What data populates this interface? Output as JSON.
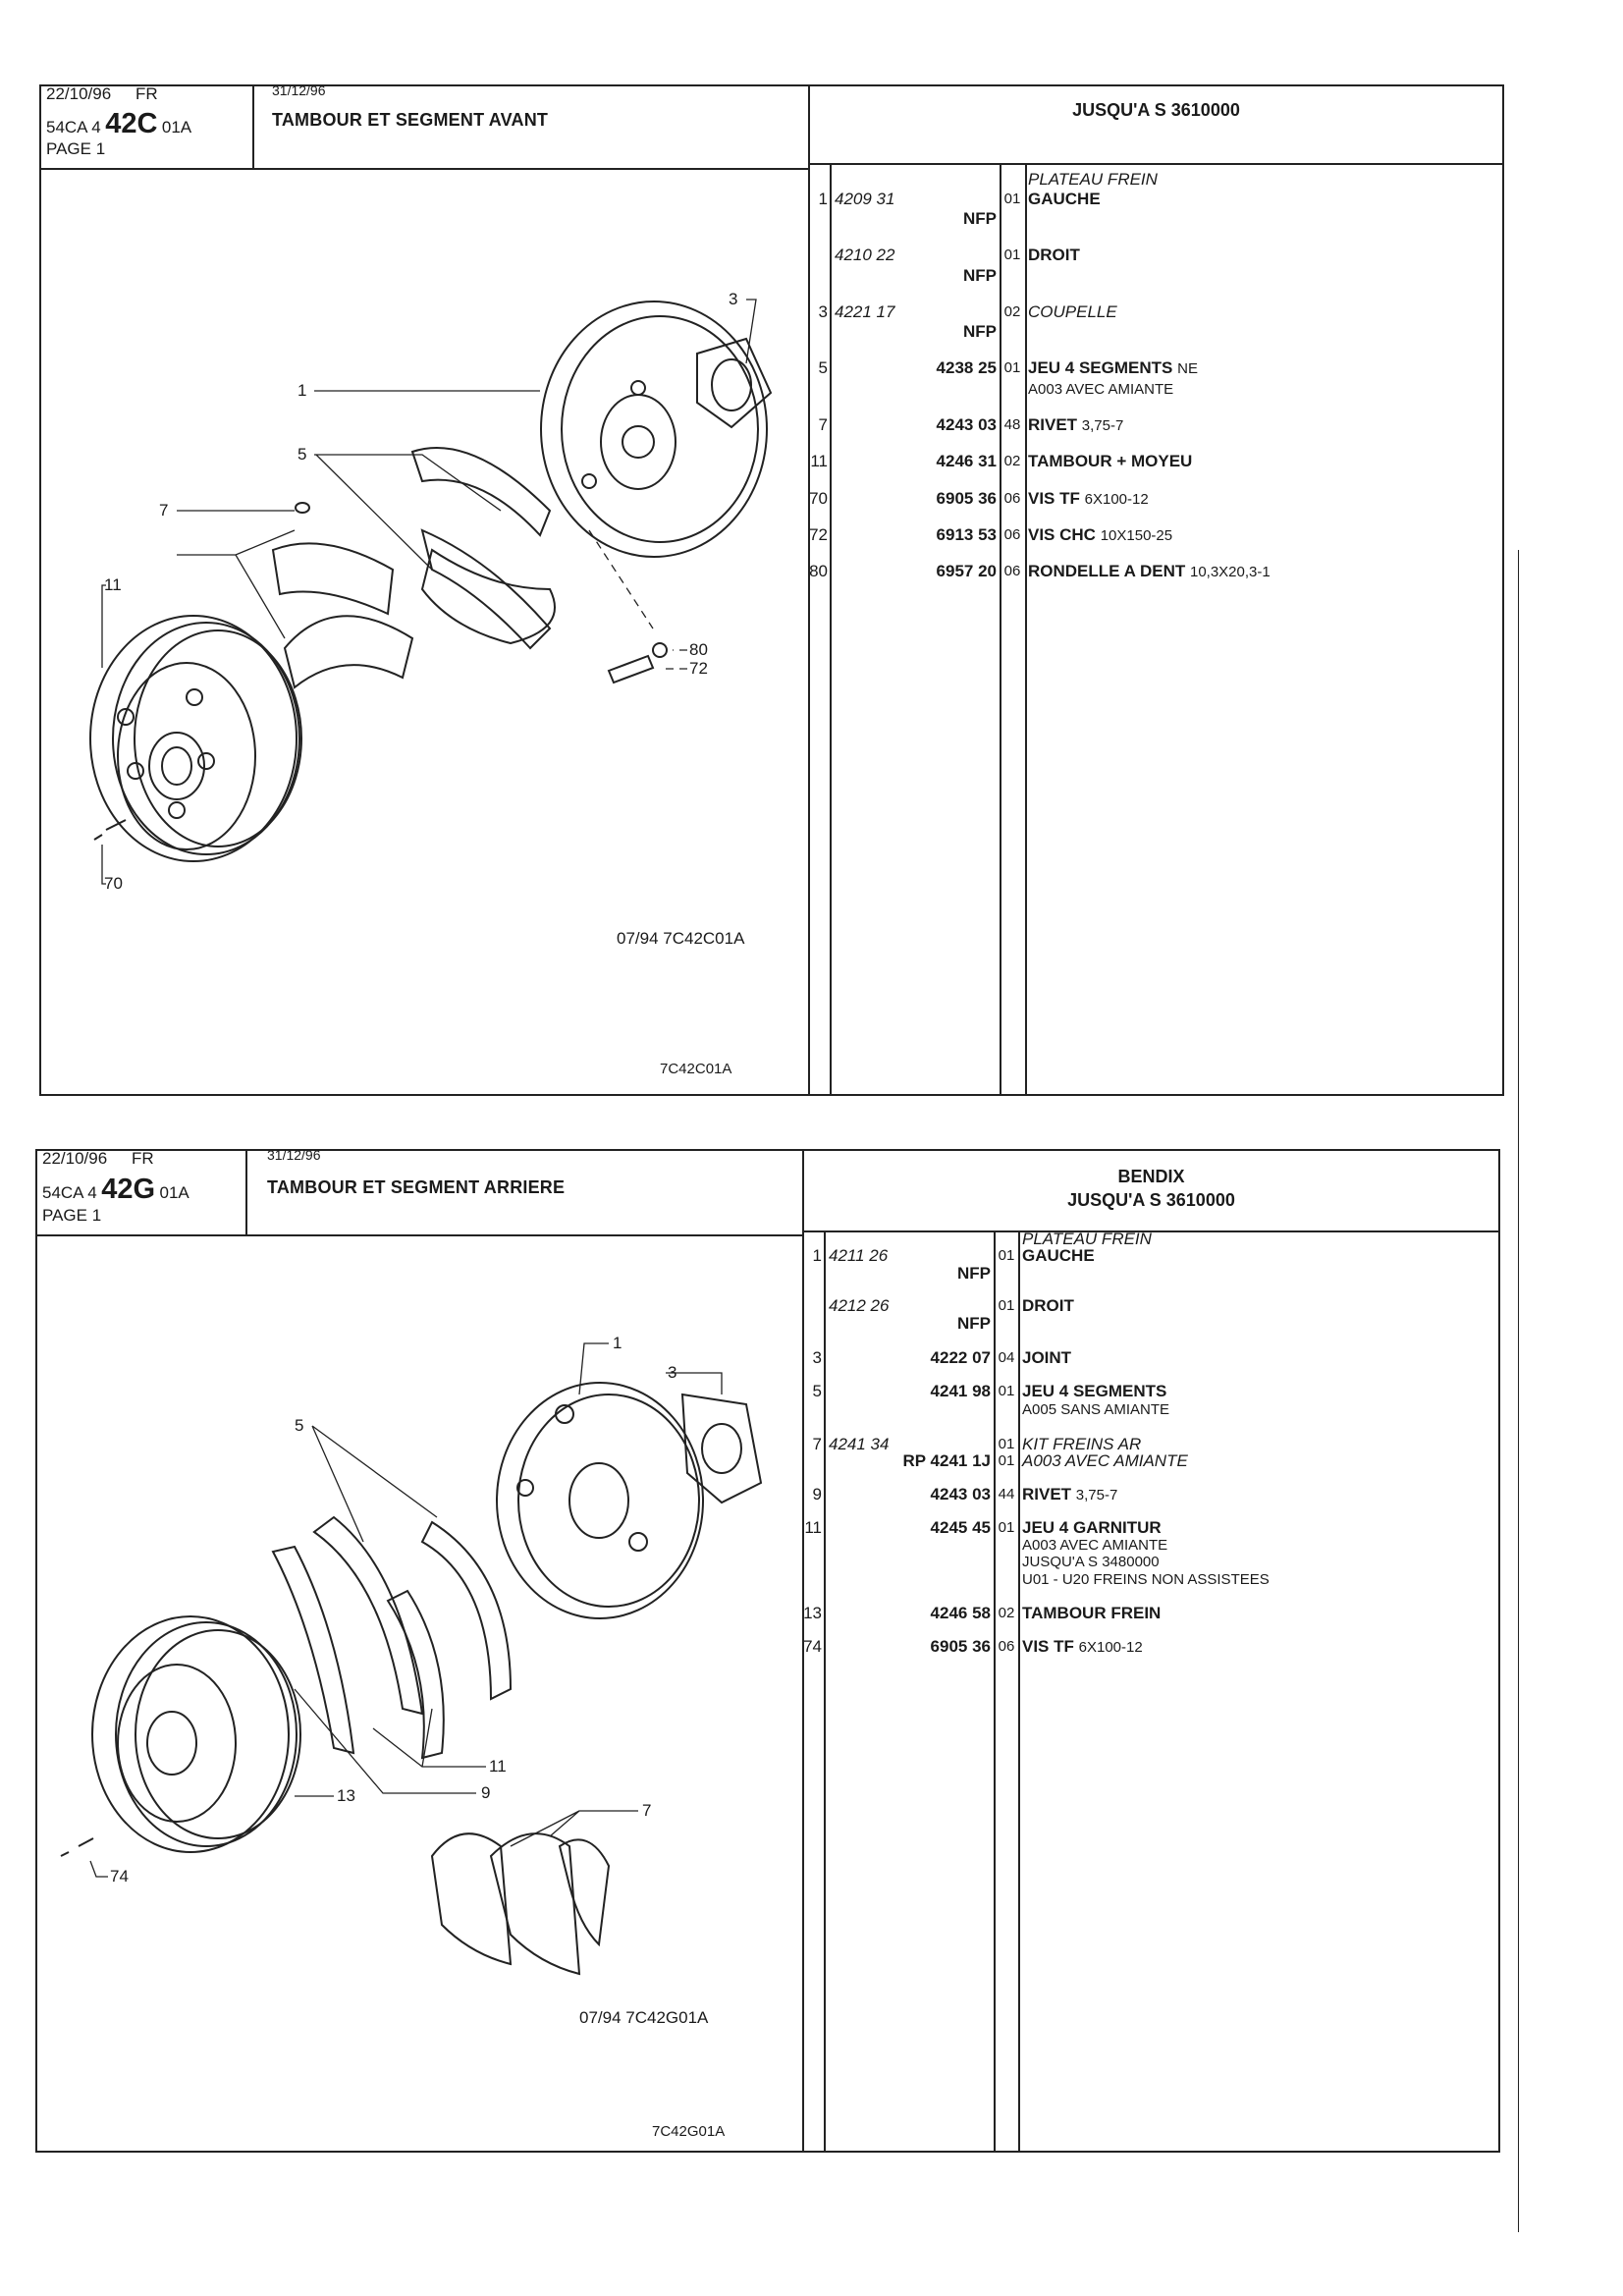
{
  "sheets": [
    {
      "date": "22/10/96",
      "lang": "FR",
      "code_prefix": "54CA 4",
      "code_main": "42C",
      "code_suffix": "01A",
      "page": "PAGE 1",
      "date2": "31/12/96",
      "title": "TAMBOUR ET SEGMENT AVANT",
      "right_header": [
        "",
        "JUSQU'A S 3610000"
      ],
      "callouts": [
        "3",
        "1",
        "5",
        "7",
        "11",
        "80",
        "72",
        "70"
      ],
      "caption": "07/94 7C42C01A",
      "figure_id": "7C42C01A",
      "lines": [
        {
          "desc": "PLATEAU FREIN",
          "style": "italic"
        },
        {
          "ref": "1",
          "old": "4209 31",
          "qty": "01",
          "desc": "GAUCHE",
          "style": "bold"
        },
        {
          "part": "NFP"
        },
        {
          "old": "4210 22",
          "qty": "01",
          "desc": "DROIT",
          "style": "bold"
        },
        {
          "part": "NFP"
        },
        {
          "ref": "3",
          "old": "4221 17",
          "qty": "02",
          "desc": "COUPELLE",
          "style": "italic"
        },
        {
          "part": "NFP"
        },
        {
          "ref": "5",
          "part": "4238 25",
          "qty": "01",
          "desc": "JEU 4 SEGMENTS",
          "suffix": "NE",
          "style": "bold"
        },
        {
          "desc": "A003 AVEC AMIANTE",
          "style": "note"
        },
        {
          "ref": "7",
          "part": "4243 03",
          "qty": "48",
          "desc": "RIVET",
          "suffix": "3,75-7",
          "style": "bold"
        },
        {
          "ref": "11",
          "part": "4246 31",
          "qty": "02",
          "desc": "TAMBOUR + MOYEU",
          "style": "bold"
        },
        {
          "ref": "70",
          "part": "6905 36",
          "qty": "06",
          "desc": "VIS TF",
          "suffix": "6X100-12",
          "style": "bold"
        },
        {
          "ref": "72",
          "part": "6913 53",
          "qty": "06",
          "desc": "VIS CHC",
          "suffix": "10X150-25",
          "style": "bold"
        },
        {
          "ref": "80",
          "part": "6957 20",
          "qty": "06",
          "desc": "RONDELLE A DENT",
          "suffix": "10,3X20,3-1",
          "style": "bold"
        }
      ]
    },
    {
      "date": "22/10/96",
      "lang": "FR",
      "code_prefix": "54CA 4",
      "code_main": "42G",
      "code_suffix": "01A",
      "page": "PAGE 1",
      "date2": "31/12/96",
      "title": "TAMBOUR ET SEGMENT ARRIERE",
      "right_header": [
        "BENDIX",
        "JUSQU'A S 3610000"
      ],
      "callouts": [
        "1",
        "3",
        "5",
        "11",
        "9",
        "13",
        "7",
        "74"
      ],
      "caption": "07/94 7C42G01A",
      "figure_id": "7C42G01A",
      "lines": [
        {
          "desc": "PLATEAU FREIN",
          "style": "italic"
        },
        {
          "ref": "1",
          "old": "4211 26",
          "qty": "01",
          "desc": "GAUCHE",
          "style": "bold"
        },
        {
          "part": "NFP"
        },
        {
          "old": "4212 26",
          "qty": "01",
          "desc": "DROIT",
          "style": "bold"
        },
        {
          "part": "NFP"
        },
        {
          "ref": "3",
          "part": "4222 07",
          "qty": "04",
          "desc": "JOINT",
          "style": "bold"
        },
        {
          "ref": "5",
          "part": "4241 98",
          "qty": "01",
          "desc": "JEU 4 SEGMENTS",
          "style": "bold"
        },
        {
          "desc": "A005 SANS AMIANTE",
          "style": "note"
        },
        {
          "ref": "7",
          "old": "4241 34",
          "qty": "01",
          "desc": "KIT FREINS AR",
          "style": "italic"
        },
        {
          "part": "RP 4241 1J",
          "qty": "01",
          "desc": "A003 AVEC AMIANTE",
          "style": "italic"
        },
        {
          "ref": "9",
          "part": "4243 03",
          "qty": "44",
          "desc": "RIVET",
          "suffix": "3,75-7",
          "style": "bold"
        },
        {
          "ref": "11",
          "part": "4245 45",
          "qty": "01",
          "desc": "JEU 4 GARNITUR",
          "style": "bold"
        },
        {
          "desc": "A003 AVEC AMIANTE",
          "style": "note"
        },
        {
          "desc": "JUSQU'A S 3480000",
          "style": "note"
        },
        {
          "desc": "U01 - U20 FREINS NON ASSISTEES",
          "style": "note"
        },
        {
          "ref": "13",
          "part": "4246 58",
          "qty": "02",
          "desc": "TAMBOUR FREIN",
          "style": "bold"
        },
        {
          "ref": "74",
          "part": "6905 36",
          "qty": "06",
          "desc": "VIS TF",
          "suffix": "6X100-12",
          "style": "bold"
        }
      ]
    }
  ]
}
